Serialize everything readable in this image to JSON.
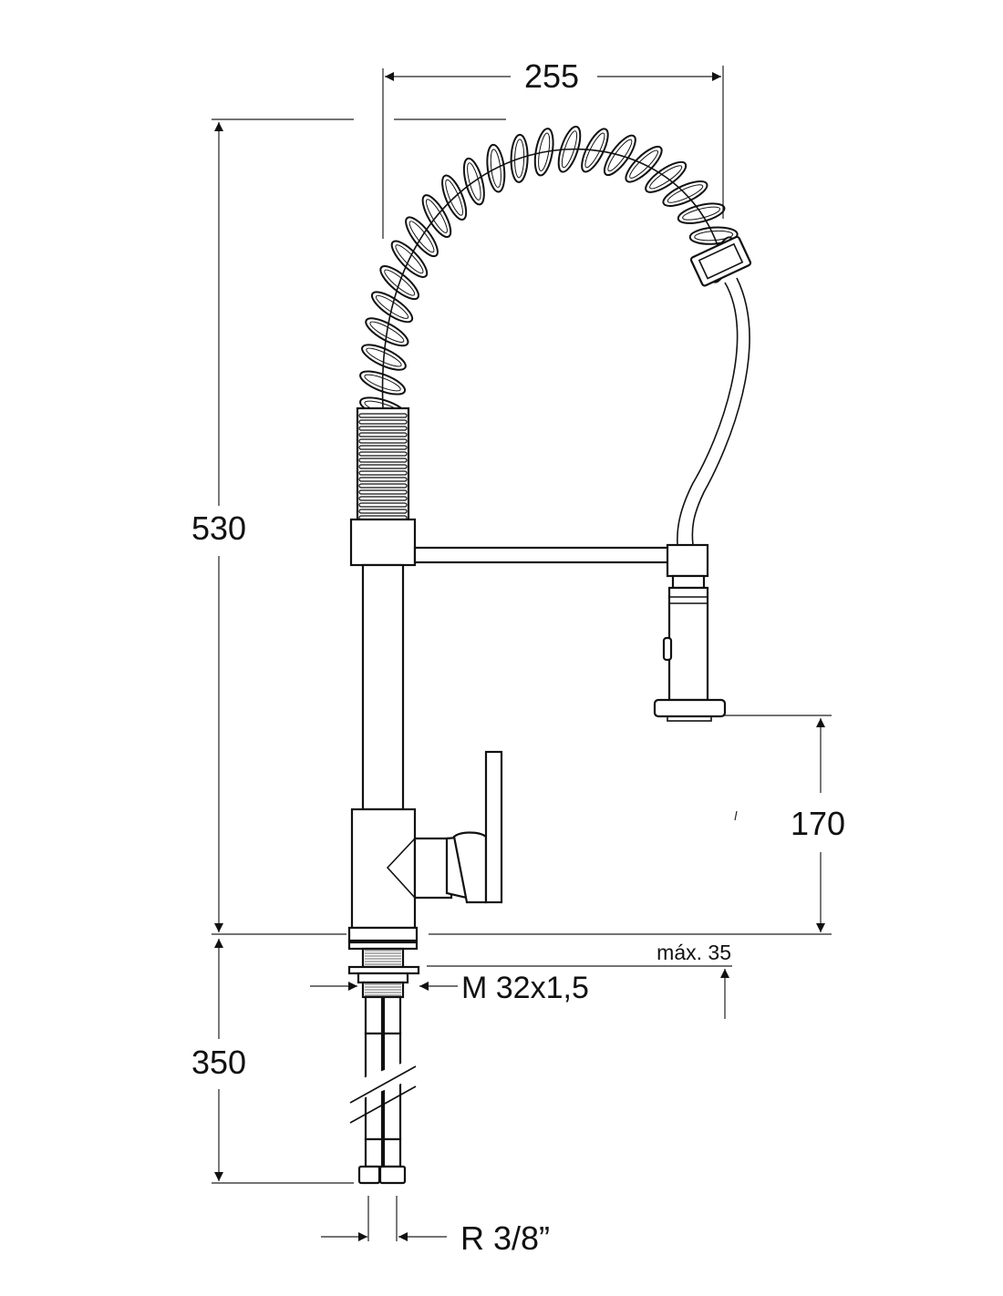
{
  "title": "Kitchen faucet with spring spout - dimension drawing",
  "dimensions": {
    "width": "255",
    "total_height": "530",
    "spout_height": "170",
    "hose_length": "350",
    "max_deck": "máx. 35",
    "thread": "M 32x1,5",
    "connection": "R 3/8”"
  },
  "colors": {
    "line": "#111111",
    "background": "#ffffff"
  }
}
